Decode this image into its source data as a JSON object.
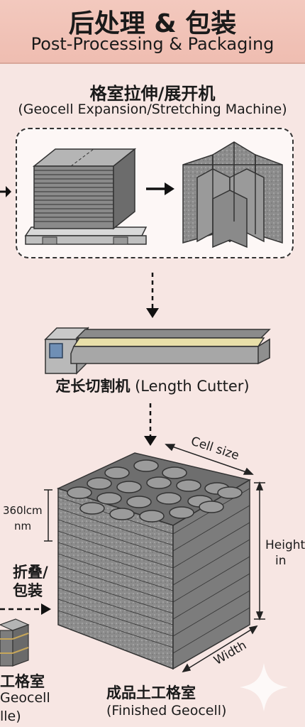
{
  "header": {
    "title_zh": "后处理 & 包装",
    "title_en": "Post-Processing & Packaging"
  },
  "expansion": {
    "title_zh": "格室拉伸/展开机",
    "title_en": "(Geocell Expansion/Stretching Machine)"
  },
  "cutter": {
    "label_zh": "定长切割机",
    "label_en": "(Length Cutter)"
  },
  "geocell": {
    "cell_size": "Cell size",
    "height_line1": "Height",
    "height_line2": "in",
    "width": "Width",
    "depth_line1": "360lcm",
    "depth_line2": "nm"
  },
  "fold_pack": {
    "line1": "折叠/",
    "line2": "包装"
  },
  "finished": {
    "label_zh": "成品土工格室",
    "label_en": "(Finished Geocell)"
  },
  "side_pack": {
    "label_zh": "工格室",
    "line1": "Geocell",
    "line2": "lle)"
  },
  "colors": {
    "header_bg": "#f0c2b6",
    "page_bg": "#f7e6e3",
    "panel_gray": "#7a7a7a",
    "rail_yellow": "#e8dfa9"
  }
}
